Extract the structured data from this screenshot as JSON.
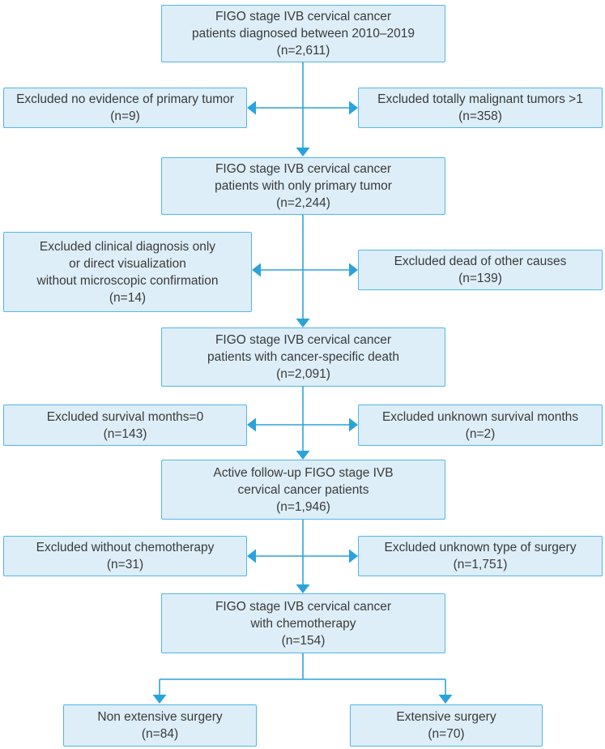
{
  "colors": {
    "background": "#ffffff",
    "box_fill": "#ddeef8",
    "box_border": "#53b6e7",
    "arrow": "#2aa3dc",
    "text": "#3a3a3a"
  },
  "nodes": {
    "start": {
      "text": "FIGO stage IVB cervical cancer\npatients diagnosed between 2010–2019\n(n=2,611)"
    },
    "excl_no_primary_tumor": {
      "text": "Excluded no evidence of primary tumor\n(n=9)"
    },
    "excl_malignant_tumors": {
      "text": "Excluded totally malignant tumors >1\n(n=358)"
    },
    "primary_tumor_only": {
      "text": "FIGO stage IVB cervical cancer\npatients with only primary tumor\n(n=2,244)"
    },
    "excl_clinical_diagnosis": {
      "text": "Excluded clinical diagnosis only\nor direct visualization\nwithout microscopic confirmation\n(n=14)"
    },
    "excl_dead_other_causes": {
      "text": "Excluded dead of other causes\n(n=139)"
    },
    "cancer_specific_death": {
      "text": "FIGO stage IVB cervical cancer\npatients with cancer-specific death\n(n=2,091)"
    },
    "excl_survival_months_zero": {
      "text": "Excluded survival months=0\n(n=143)"
    },
    "excl_unknown_survival_months": {
      "text": "Excluded unknown survival months\n(n=2)"
    },
    "active_followup": {
      "text": "Active follow-up FIGO stage IVB\ncervical cancer patients\n(n=1,946)"
    },
    "excl_without_chemotherapy": {
      "text": "Excluded without chemotherapy\n(n=31)"
    },
    "excl_unknown_type_surgery": {
      "text": "Excluded unknown type of surgery\n(n=1,751)"
    },
    "with_chemotherapy": {
      "text": "FIGO stage IVB cervical cancer\nwith chemotherapy\n(n=154)"
    },
    "non_extensive_surgery": {
      "text": "Non extensive surgery\n(n=84)"
    },
    "extensive_surgery": {
      "text": "Extensive surgery\n(n=70)"
    }
  }
}
